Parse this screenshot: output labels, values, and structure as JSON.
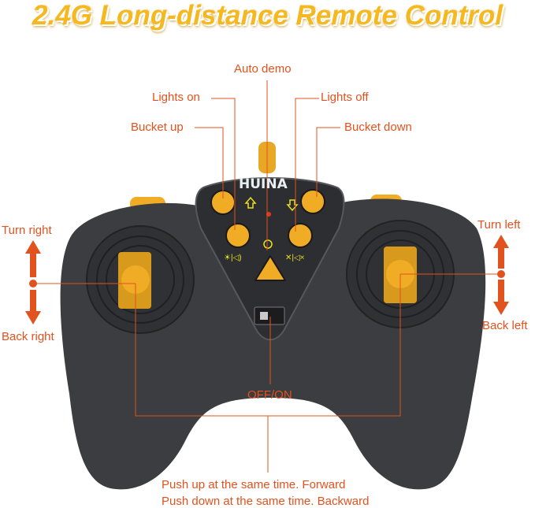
{
  "title": "2.4G Long-distance Remote Control",
  "logo": "HUINA",
  "labels": {
    "auto_demo": "Auto demo",
    "lights_on": "Lights on",
    "lights_off": "Lights off",
    "bucket_up": "Bucket up",
    "bucket_down": "Bucket down",
    "turn_right": "Turn right",
    "back_right": "Back right",
    "turn_left": "Turn left",
    "back_left": "Back left",
    "off_on": "OFF/ON",
    "forward": "Push up at the same time. Forward",
    "backward": "Push down at the same time. Backward"
  },
  "colors": {
    "label": "#e2521e",
    "button": "#f0ac24",
    "body": "#3b3d40",
    "title": "#f5b820"
  }
}
